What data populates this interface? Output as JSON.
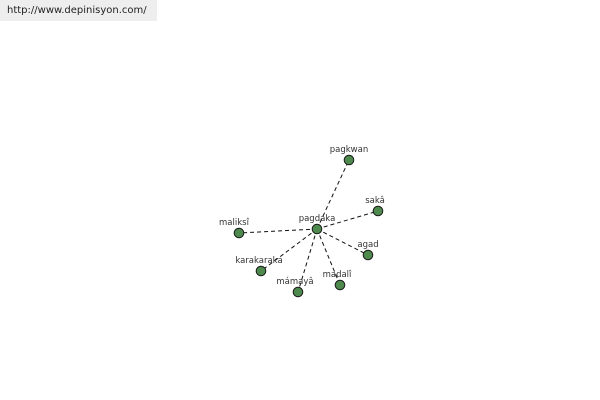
{
  "source_url": "http://www.depinisyon.com/",
  "graph": {
    "colors": {
      "node_fill": "#4e8a4e",
      "node_stroke": "#1a1a1a",
      "edge": "#111111",
      "label": "#333333"
    },
    "center": "pagdaka",
    "nodes": [
      {
        "id": "pagdaka",
        "label": "pagdaka"
      },
      {
        "id": "pagkwan",
        "label": "pagkwan"
      },
      {
        "id": "saka",
        "label": "sakâ"
      },
      {
        "id": "maliksi",
        "label": "maliksî"
      },
      {
        "id": "agad",
        "label": "agad"
      },
      {
        "id": "karakaraka",
        "label": "karakaraka"
      },
      {
        "id": "madali",
        "label": "madalî"
      },
      {
        "id": "mamaya",
        "label": "mámayâ"
      }
    ],
    "edges": [
      {
        "from": "pagdaka",
        "to": "pagkwan"
      },
      {
        "from": "pagdaka",
        "to": "saka"
      },
      {
        "from": "pagdaka",
        "to": "maliksi"
      },
      {
        "from": "pagdaka",
        "to": "agad"
      },
      {
        "from": "pagdaka",
        "to": "karakaraka"
      },
      {
        "from": "pagdaka",
        "to": "madali"
      },
      {
        "from": "pagdaka",
        "to": "mamaya"
      }
    ]
  }
}
